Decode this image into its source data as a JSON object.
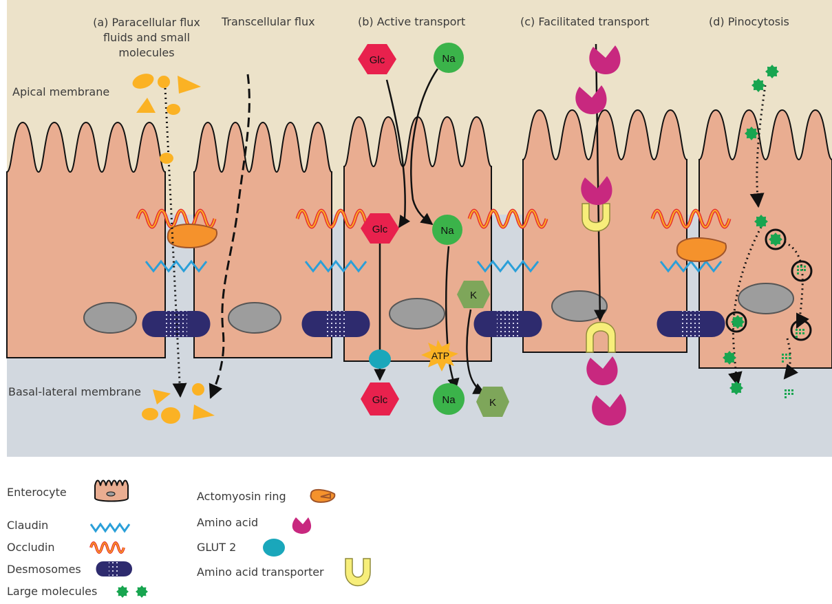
{
  "labels": {
    "paracellular": "(a) Paracellular flux",
    "paracellular_sub1": "fluids and small",
    "paracellular_sub2": "molecules",
    "transcellular": "Transcellular flux",
    "active": "(b) Active transport",
    "facilitated": "(c) Facilitated transport",
    "pinocytosis": "(d) Pinocytosis",
    "apical": "Apical membrane",
    "basal": "Basal-lateral membrane"
  },
  "molecules": {
    "glc": "Glc",
    "na": "Na",
    "k": "K",
    "atp": "ATP"
  },
  "legend": {
    "left": [
      {
        "label": "Enterocyte",
        "icon": "enterocyte-icon"
      },
      {
        "label": "Claudin",
        "icon": "claudin-icon"
      },
      {
        "label": "Occludin",
        "icon": "occludin-icon"
      },
      {
        "label": "Desmosomes",
        "icon": "desmosome-icon"
      },
      {
        "label": "Large molecules",
        "icon": "large-molecule-icon"
      }
    ],
    "right": [
      {
        "label": "Actomyosin ring",
        "icon": "actomyosin-ring-icon"
      },
      {
        "label": "Amino acid",
        "icon": "amino-acid-icon"
      },
      {
        "label": "GLUT 2",
        "icon": "glut2-icon"
      },
      {
        "label": "Amino acid transporter",
        "icon": "amino-acid-transporter-icon"
      }
    ]
  },
  "colors": {
    "apical_bg": "#ece2c9",
    "basal_bg": "#d2d8df",
    "cell": "#e9ad91",
    "glucose": "#e8214d",
    "sodium": "#3bb34a",
    "potassium": "#7ea65a",
    "small_molecule": "#fbb224",
    "amino_acid": "#c8287f",
    "transporter": "#f7ee7a",
    "glut2": "#1aa7bb",
    "desmosome": "#2e2b6e",
    "claudin": "#2a9fd8",
    "occludin": "#e7312f",
    "actomyosin": "#f5922c",
    "large_molecule": "#18a550",
    "atp": "#fbb324",
    "nucleus": "#9d9d9d"
  }
}
